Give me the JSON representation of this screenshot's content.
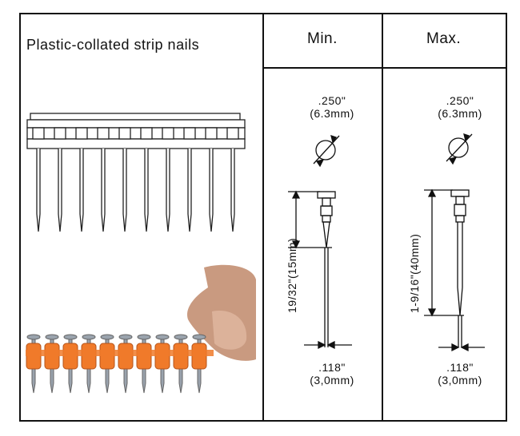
{
  "table": {
    "title": "Plastic-collated strip nails",
    "col_min": "Min.",
    "col_max": "Max."
  },
  "min_spec": {
    "head_dia": ".250\"",
    "head_dia_mm": "(6.3mm)",
    "length": "19/32\"(15mm)",
    "shank_dia": ".118\"",
    "shank_dia_mm": "(3,0mm)"
  },
  "max_spec": {
    "head_dia": ".250\"",
    "head_dia_mm": "(6.3mm)",
    "length": "1-9/16\"(40mm)",
    "shank_dia": ".118\"",
    "shank_dia_mm": "(3,0mm)"
  },
  "colors": {
    "collation_orange": "#f07a2a",
    "nail_steel": "#9aa3ad",
    "skin": "#c99a80"
  }
}
